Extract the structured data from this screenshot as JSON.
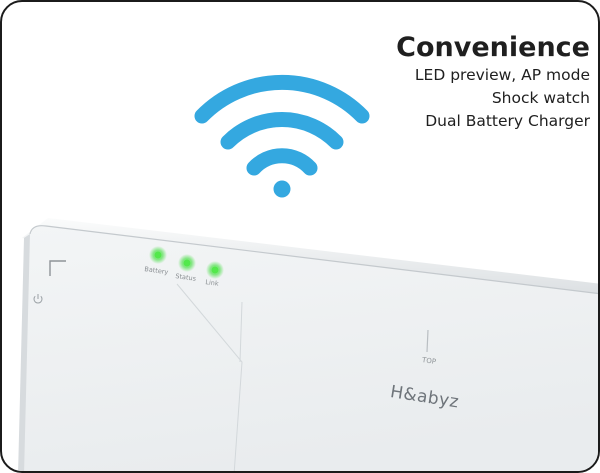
{
  "headline": {
    "title": "Convenience",
    "lines": [
      "LED preview, AP mode",
      "Shock watch",
      "Dual Battery Charger"
    ]
  },
  "device": {
    "leds": [
      {
        "label": "Battery",
        "color": "#3ddc3a"
      },
      {
        "label": "Status",
        "color": "#3ddc3a"
      },
      {
        "label": "Link",
        "color": "#3ddc3a"
      }
    ],
    "top_marker": "TOP",
    "brand": "H&abyz"
  },
  "colors": {
    "wifi": "#34a8e0",
    "frame": "#1b1b1b",
    "text": "#1f1f1f"
  },
  "icons": [
    "wifi-icon",
    "power-icon",
    "corner-mark-icon"
  ]
}
